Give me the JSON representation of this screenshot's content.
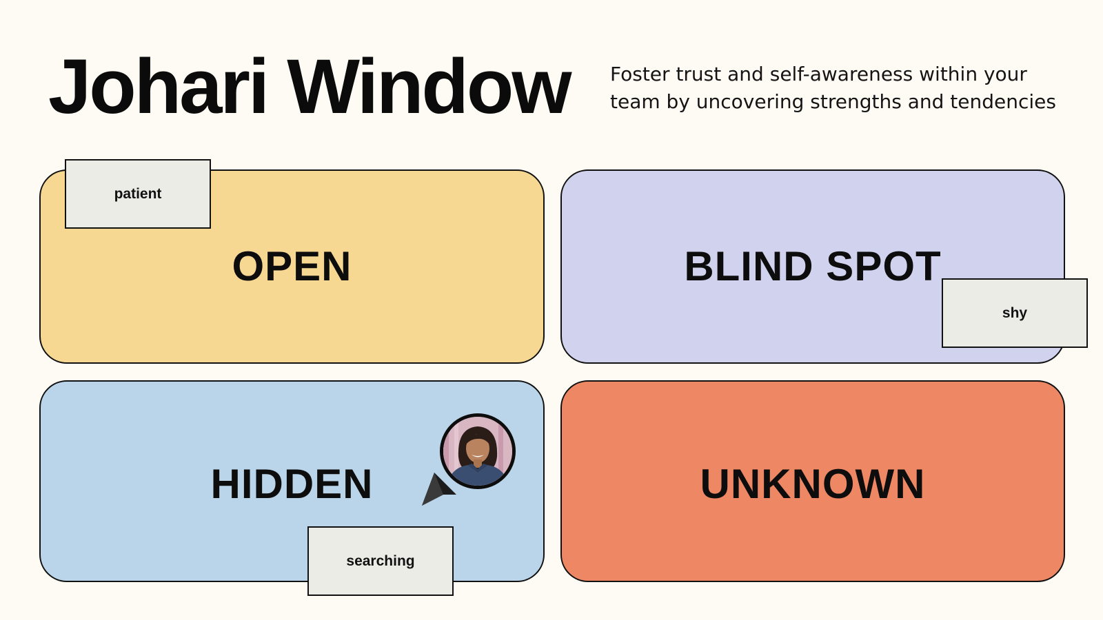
{
  "header": {
    "title": "Johari Window",
    "subtitle": "Foster trust and self-awareness within your team by uncovering strengths and tendencies"
  },
  "quadrants": [
    {
      "label": "OPEN",
      "color": "#f6d892"
    },
    {
      "label": "BLIND SPOT",
      "color": "#d1d3ee"
    },
    {
      "label": "HIDDEN",
      "color": "#bad5e9"
    },
    {
      "label": "UNKNOWN",
      "color": "#ed8764"
    }
  ],
  "sticky_notes": [
    {
      "text": "patient",
      "quadrant": "OPEN"
    },
    {
      "text": "shy",
      "quadrant": "BLIND SPOT"
    },
    {
      "text": "searching",
      "quadrant": "HIDDEN"
    }
  ],
  "collaborator": {
    "icon": "collaborator-avatar",
    "cursor_icon": "cursor-arrow-icon"
  },
  "colors": {
    "background": "#fdfbf4",
    "outline": "#111111",
    "sticky": "#ecece6"
  }
}
